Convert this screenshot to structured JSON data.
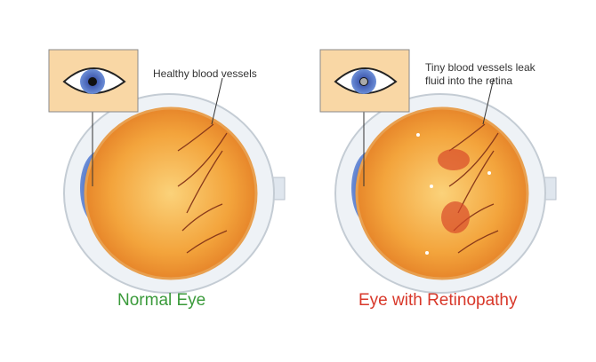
{
  "normal": {
    "annotation": "Healthy blood vessels",
    "caption": "Normal Eye",
    "caption_color": "#3a9a3a"
  },
  "retinopathy": {
    "annotation_line1": "Tiny blood vessels leak",
    "annotation_line2": "fluid into the retina",
    "caption": "Eye with Retinopathy",
    "caption_color": "#d8382a"
  }
}
